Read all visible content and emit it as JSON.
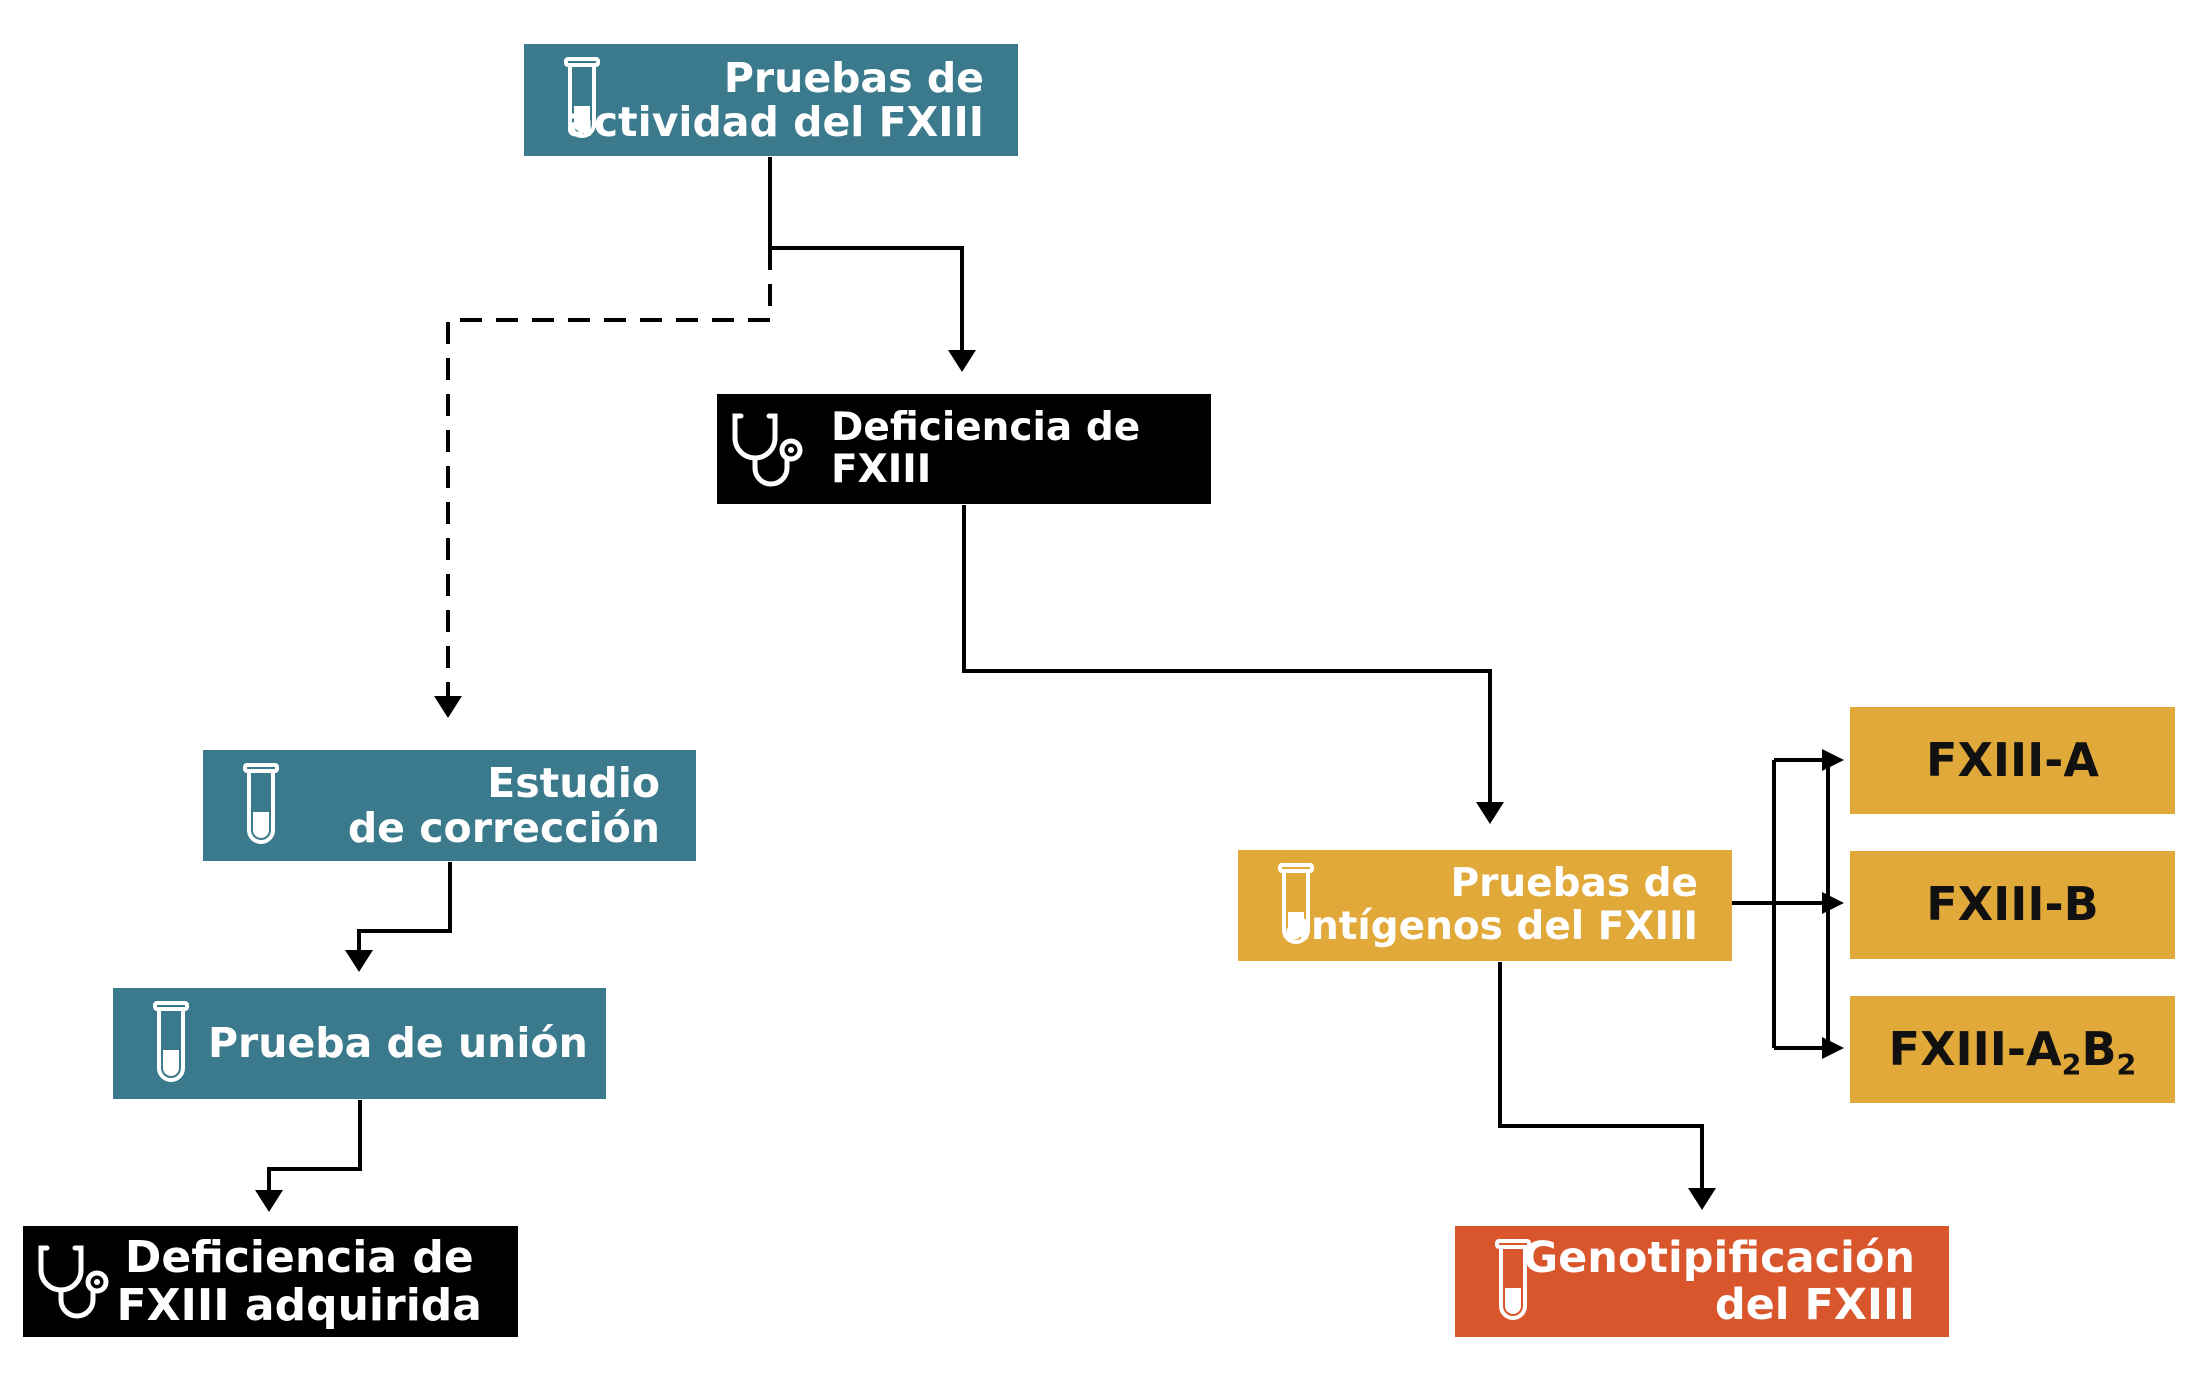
{
  "nodes": {
    "activity_tests": {
      "line1": "Pruebas de",
      "line2": "actividad del FXIII"
    },
    "deficiency": {
      "label": "Deficiencia de FXIII"
    },
    "correction_study": {
      "line1": "Estudio",
      "line2": "de corrección"
    },
    "binding_test": {
      "label": "Prueba de unión"
    },
    "acquired_deficiency": {
      "line1": "Deficiencia de",
      "line2": "FXIII adquirida"
    },
    "antigen_tests": {
      "line1": "Pruebas de",
      "line2": "antígenos del FXIII"
    },
    "fxiii_a": {
      "label": "FXIII-A"
    },
    "fxiii_b": {
      "label": "FXIII-B"
    },
    "fxiii_a2b2": {
      "prefix": "FXIII-A",
      "sub1": "2",
      "mid": "B",
      "sub2": "2"
    },
    "genotyping": {
      "line1": "Genotipificación",
      "line2": "del FXIII"
    }
  },
  "icons": {
    "test_tube": "test-tube-icon",
    "stethoscope": "stethoscope-icon"
  },
  "colors": {
    "teal": "#3b7a8c",
    "black": "#000000",
    "gold": "#e1a83a",
    "orange": "#d9552b",
    "connector": "#000000"
  }
}
